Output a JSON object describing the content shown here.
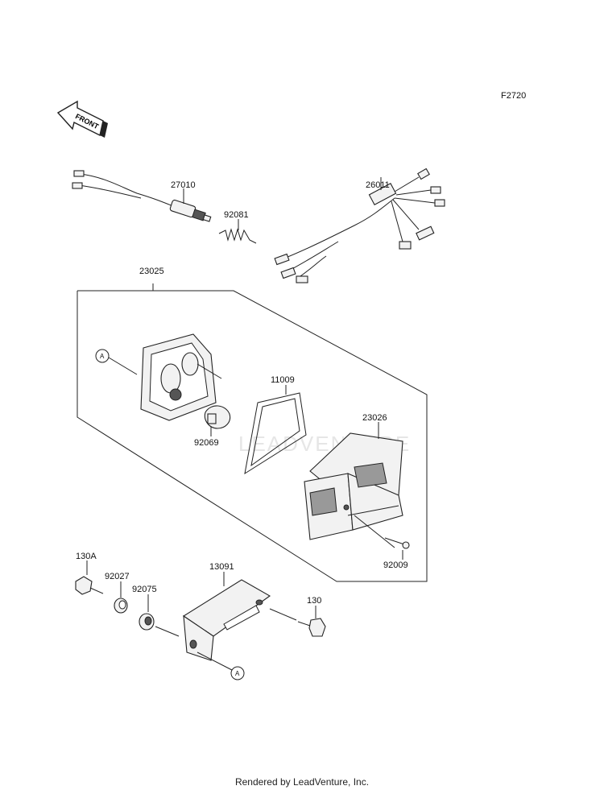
{
  "figure_code": "F2720",
  "front_arrow_text": "FRONT",
  "watermark": "LEADVENTURE",
  "footer": "Rendered by LeadVenture, Inc.",
  "callout_letter": "A",
  "parts": {
    "p27010": "27010",
    "p92081": "92081",
    "p26011": "26011",
    "p23025": "23025",
    "p11009": "11009",
    "p23026": "23026",
    "p92069": "92069",
    "p92009": "92009",
    "p130A": "130A",
    "p92027": "92027",
    "p92075": "92075",
    "p13091": "13091",
    "p130": "130"
  }
}
